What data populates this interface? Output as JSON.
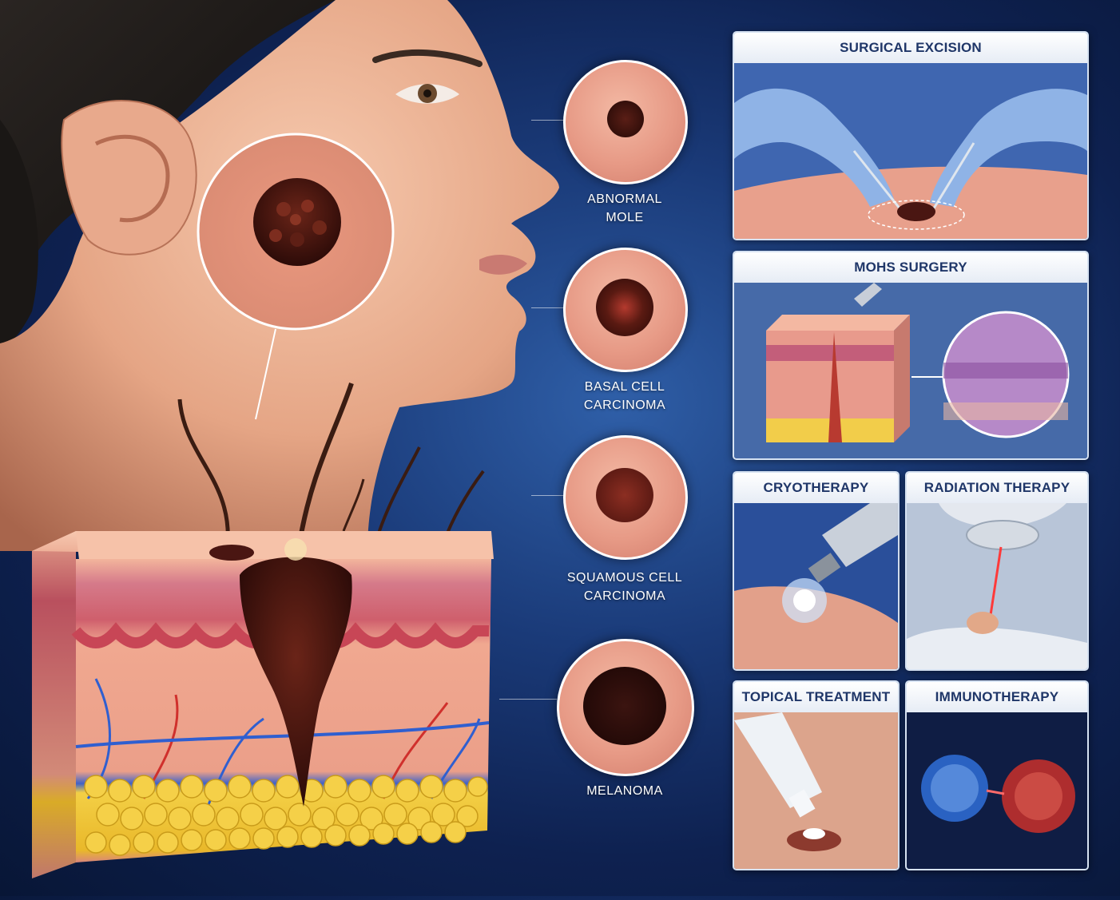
{
  "lesions": [
    {
      "id": "abnormal-mole",
      "line1": "ABNORMAL",
      "line2": "MOLE"
    },
    {
      "id": "basal-cell-carcinoma",
      "line1": "BASAL CELL",
      "line2": "CARCINOMA"
    },
    {
      "id": "squamous-cell-carcinoma",
      "line1": "SQUAMOUS CELL",
      "line2": "CARCINOMA"
    },
    {
      "id": "melanoma",
      "line1": "MELANOMA",
      "line2": ""
    }
  ],
  "treatments": {
    "surgical_excision": "SURGICAL EXCISION",
    "mohs_surgery": "MOHS SURGERY",
    "cryotherapy": "CRYOTHERAPY",
    "radiation_therapy": "RADIATION THERAPY",
    "topical_treatment": "TOPICAL TREATMENT",
    "immunotherapy": "IMMUNOTHERAPY"
  },
  "colors": {
    "background": "#0e2150",
    "panel_title_text": "#1f3668",
    "skin": "#f0b8a0",
    "lesion": "#4a1612",
    "fat": "#f2c230",
    "vessel_blue": "#2f5fd0",
    "vessel_red": "#d0302c"
  },
  "icons": {
    "face": "woman-profile-illustration",
    "skin_block": "skin-cross-section-illustration"
  }
}
